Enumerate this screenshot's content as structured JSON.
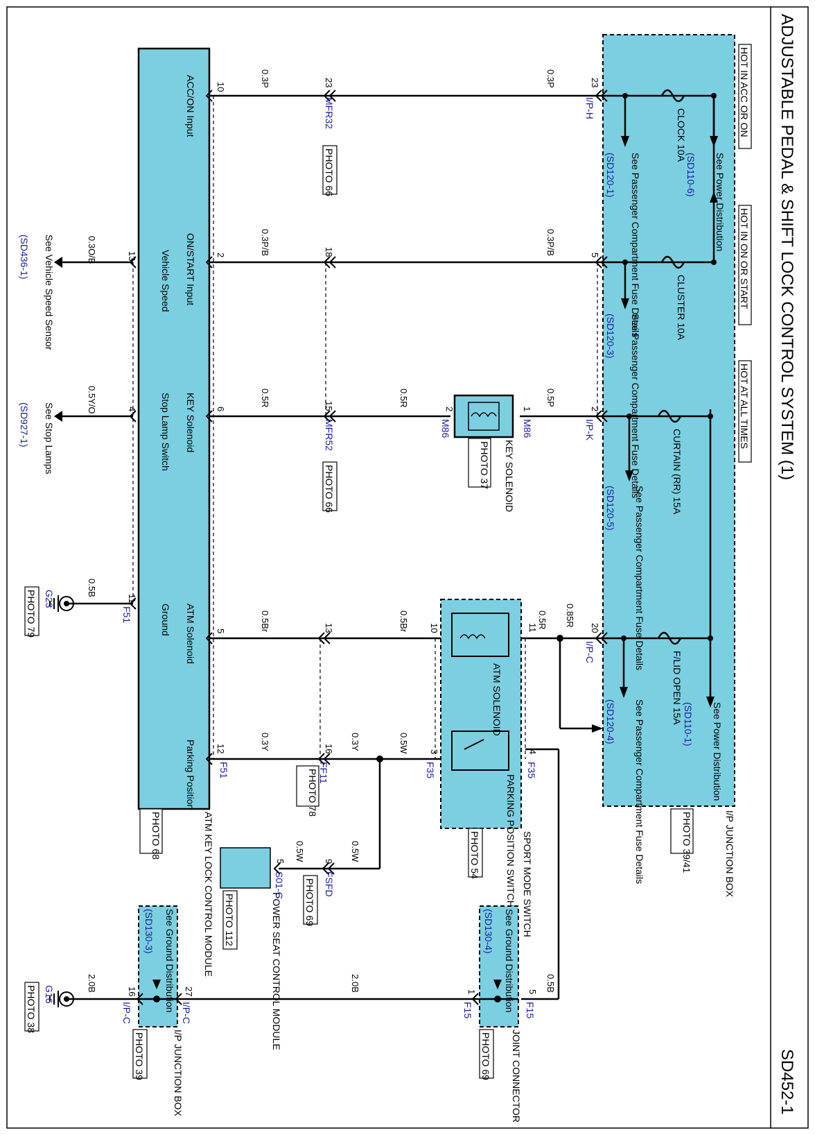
{
  "title": "ADJUSTABLE PEDAL & SHIFT LOCK CONTROL SYSTEM (1)",
  "page_code": "SD452-1",
  "headers": {
    "hot_acc": "HOT IN ACC OR ON",
    "hot_on": "HOT IN ON OR START",
    "hot_all": "HOT AT ALL TIMES"
  },
  "junction_box": {
    "name": "I/P JUNCTION BOX",
    "photo": "PHOTO 39/41",
    "fuse_clock": "CLOCK 10A",
    "fuse_cluster": "CLUSTER 10A",
    "fuse_curtain": "CURTAIN (RR) 15A",
    "fuse_flid": "F/LID OPEN 15A",
    "ref_power1": "See Power Distribution",
    "ref_power1_code": "(SD110-6)",
    "ref_power2": "See Power Distribution",
    "ref_power2_code": "(SD110-1)",
    "ref_pass1": "See Passenger Compartment Fuse Details",
    "ref_pass1_code": "(SD120-1)",
    "ref_pass2": "See Passenger Compartment Fuse Details",
    "ref_pass2_code": "(SD120-3)",
    "ref_pass3": "See Passenger Compartment Fuse Details",
    "ref_pass3_code": "(SD120-5)",
    "ref_pass4": "See Passenger Compartment Fuse Details",
    "ref_pass4_code": "(SD120-4)"
  },
  "module": {
    "name": "ATM KEY LOCK CONTROL MODULE",
    "photo": "PHOTO 68",
    "pins": {
      "acc": "ACC/ON Input",
      "on": "ON/START Input",
      "key": "KEY Solenoid",
      "atm": "ATM Solenoid",
      "park": "Parking Position",
      "vs": "Vehicle Speed",
      "stop": "Stop Lamp Switch",
      "gnd": "Ground"
    }
  },
  "connectors": {
    "ip_h": "I/P-H",
    "ip_k": "I/P-K",
    "ip_c": "I/P-C",
    "mfr32": "MFR32",
    "mfr52": "MFR52",
    "m86": "M86",
    "f35": "F35",
    "f51": "F51",
    "ff11": "FF11",
    "fsfd": "FSFD",
    "s01c": "S01-C",
    "f15": "F15",
    "g23": "G23",
    "g16": "G16"
  },
  "photos": {
    "photo66": "PHOTO 66",
    "photo37": "PHOTO 37",
    "photo54": "PHOTO 54",
    "photo78": "PHOTO 78",
    "photo69": "PHOTO 69",
    "photo112": "PHOTO 112",
    "photo79": "PHOTO 79",
    "photo38": "PHOTO 38",
    "photo39": "PHOTO 39"
  },
  "components": {
    "key_solenoid": "KEY SOLENOID",
    "atm_solenoid": "ATM SOLENOID",
    "parking_switch": "PARKING POSITION SWITCH",
    "sport_mode": "SPORT MODE SWITCH",
    "power_seat": "POWER SEAT CONTROL MODULE",
    "joint_connector": "JOINT CONNECTOR",
    "ip_jbox2": "I/P JUNCTION BOX",
    "gnd_dist1": "See Ground Distribution",
    "gnd_dist1_code": "(SD130-4)",
    "gnd_dist2": "See Ground Distribution",
    "gnd_dist2_code": "(SD130-3)",
    "vs_ref": "See Vehicle Speed Sensor",
    "vs_ref_code": "(SD436-1)",
    "stop_ref": "See Stop Lamps",
    "stop_ref_code": "(SD927-1)"
  },
  "wires": {
    "w03p": "0.3P",
    "w03pb": "0.3P/B",
    "w05p": "0.5P",
    "w05r": "0.5R",
    "w085r": "0.85R",
    "w05br": "0.5Br",
    "w03y": "0.3Y",
    "w05w": "0.5W",
    "w05b": "0.5B",
    "w20b": "2.0B",
    "w03ob": "0.3O/B",
    "w05yo": "0.5Y/O"
  },
  "pin_numbers": {
    "p23": "23",
    "p10": "10",
    "p18": "18",
    "p2": "2",
    "p5": "5",
    "p15": "15",
    "p6": "6",
    "p1": "1",
    "p20": "20",
    "p11": "11",
    "p13": "13",
    "p4": "4",
    "p3": "3",
    "p16": "16",
    "p12": "12",
    "p9": "9",
    "p27": "27"
  }
}
